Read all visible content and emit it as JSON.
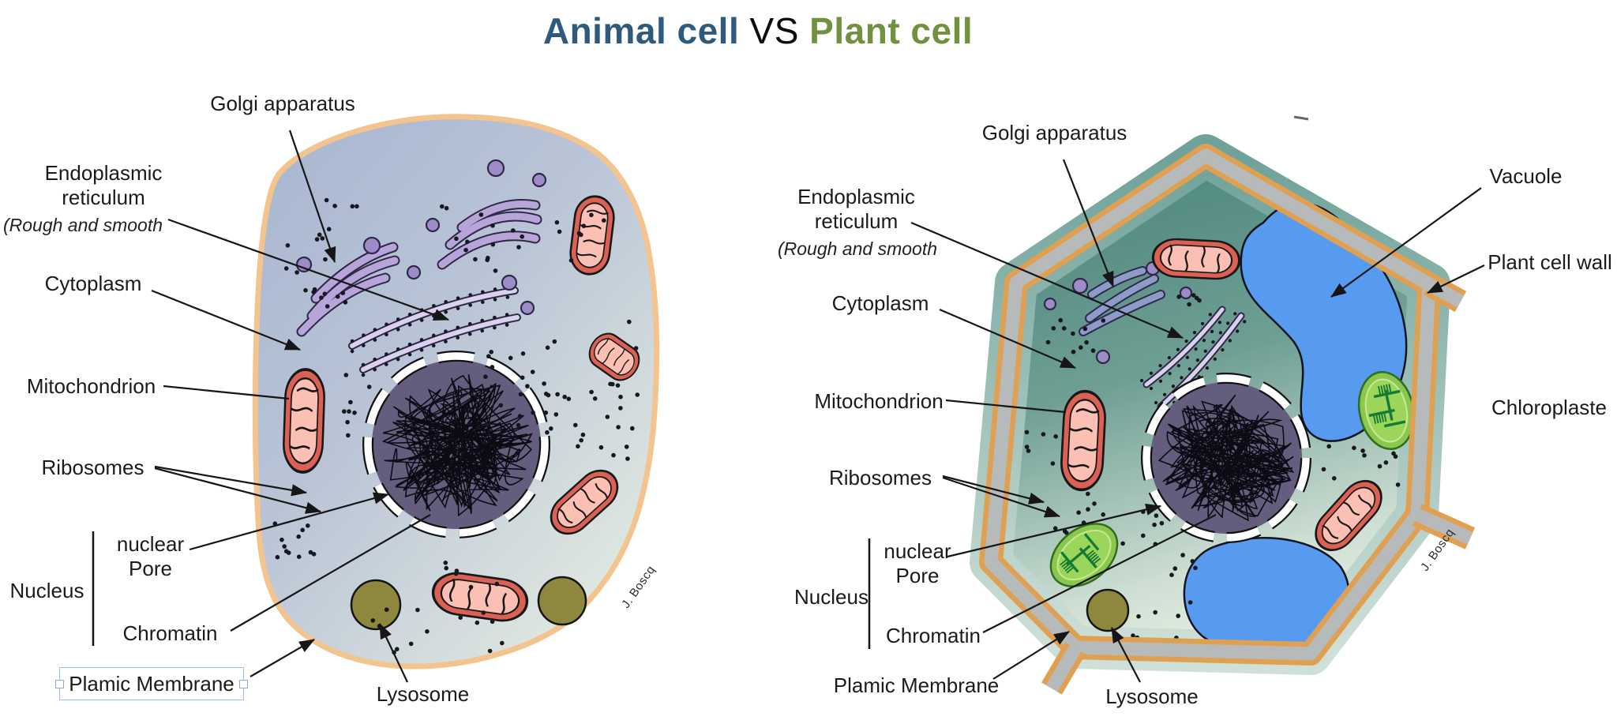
{
  "title": {
    "animal": "Animal cell",
    "vs": " VS ",
    "plant": "Plant cell"
  },
  "animal_cell": {
    "labels": {
      "golgi": "Golgi apparatus",
      "er_line1": "Endoplasmic",
      "er_line2": "reticulum",
      "er_note": "(Rough and smooth",
      "cytoplasm": "Cytoplasm",
      "mitochondrion": "Mitochondrion",
      "ribosomes": "Ribosomes",
      "nuclear_pore_line1": "nuclear",
      "nuclear_pore_line2": "Pore",
      "nucleus": "Nucleus",
      "chromatin": "Chromatin",
      "plasmic_membrane": "Plamic Membrane",
      "lysosome": "Lysosome"
    },
    "signature": "J. Boscq"
  },
  "plant_cell": {
    "labels": {
      "golgi": "Golgi apparatus",
      "vacuole": "Vacuole",
      "plant_cell_wall": "Plant cell wall",
      "er_line1": "Endoplasmic",
      "er_line2": "reticulum",
      "er_note": "(Rough and smooth",
      "cytoplasm": "Cytoplasm",
      "mitochondrion": "Mitochondrion",
      "ribosomes": "Ribosomes",
      "chloroplast": "Chloroplaste",
      "nuclear_pore_line1": "nuclear",
      "nuclear_pore_line2": "Pore",
      "nucleus": "Nucleus",
      "chromatin": "Chromatin",
      "plasmic_membrane": "Plamic Membrane",
      "lysosome": "Lysosome"
    },
    "signature": "J. Boscq"
  },
  "colors": {
    "title_animal": "#2e5b7d",
    "title_plant": "#70913d",
    "animal_membrane": "#f4c48e",
    "animal_cytoplasm": "#a7b5d0",
    "plant_wall_gray": "#b6baba",
    "plant_membrane": "#dfa052",
    "plant_cytoplasm": "#47827a",
    "nucleus": "#645d7d",
    "mitochondrion": "#db6154",
    "golgi": "#b7a5da",
    "lysosome": "#8e883e",
    "vacuole": "#579bf0",
    "chloroplast": "#8ac74c",
    "selection_border": "#9cbceb"
  }
}
